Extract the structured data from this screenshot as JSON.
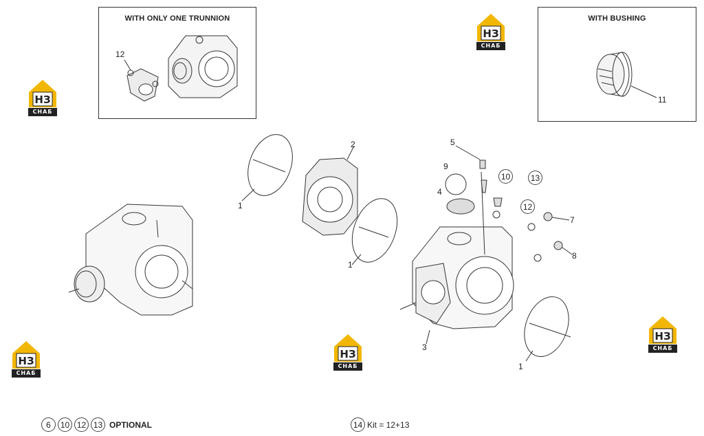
{
  "boxes": {
    "trunnion_title": "WITH ONLY ONE TRUNNION",
    "bushing_title": "WITH BUSHING"
  },
  "callouts": {
    "c12_box": "12",
    "c11": "11",
    "c2": "2",
    "c1_top": "1",
    "c1_mid": "1",
    "c1_right": "1",
    "c5": "5",
    "c9": "9",
    "c10": "10",
    "c13": "13",
    "c4": "4",
    "c12": "12",
    "c7": "7",
    "c8": "8",
    "c3": "3"
  },
  "logo": {
    "text": "СНАБ",
    "mark": "НЗ",
    "accent": "#f2b705"
  },
  "footer": {
    "optional_nums": [
      "6",
      "10",
      "12",
      "13"
    ],
    "optional_label": "OPTIONAL",
    "kit_num": "14",
    "kit_text": "Kit = 12+13"
  }
}
